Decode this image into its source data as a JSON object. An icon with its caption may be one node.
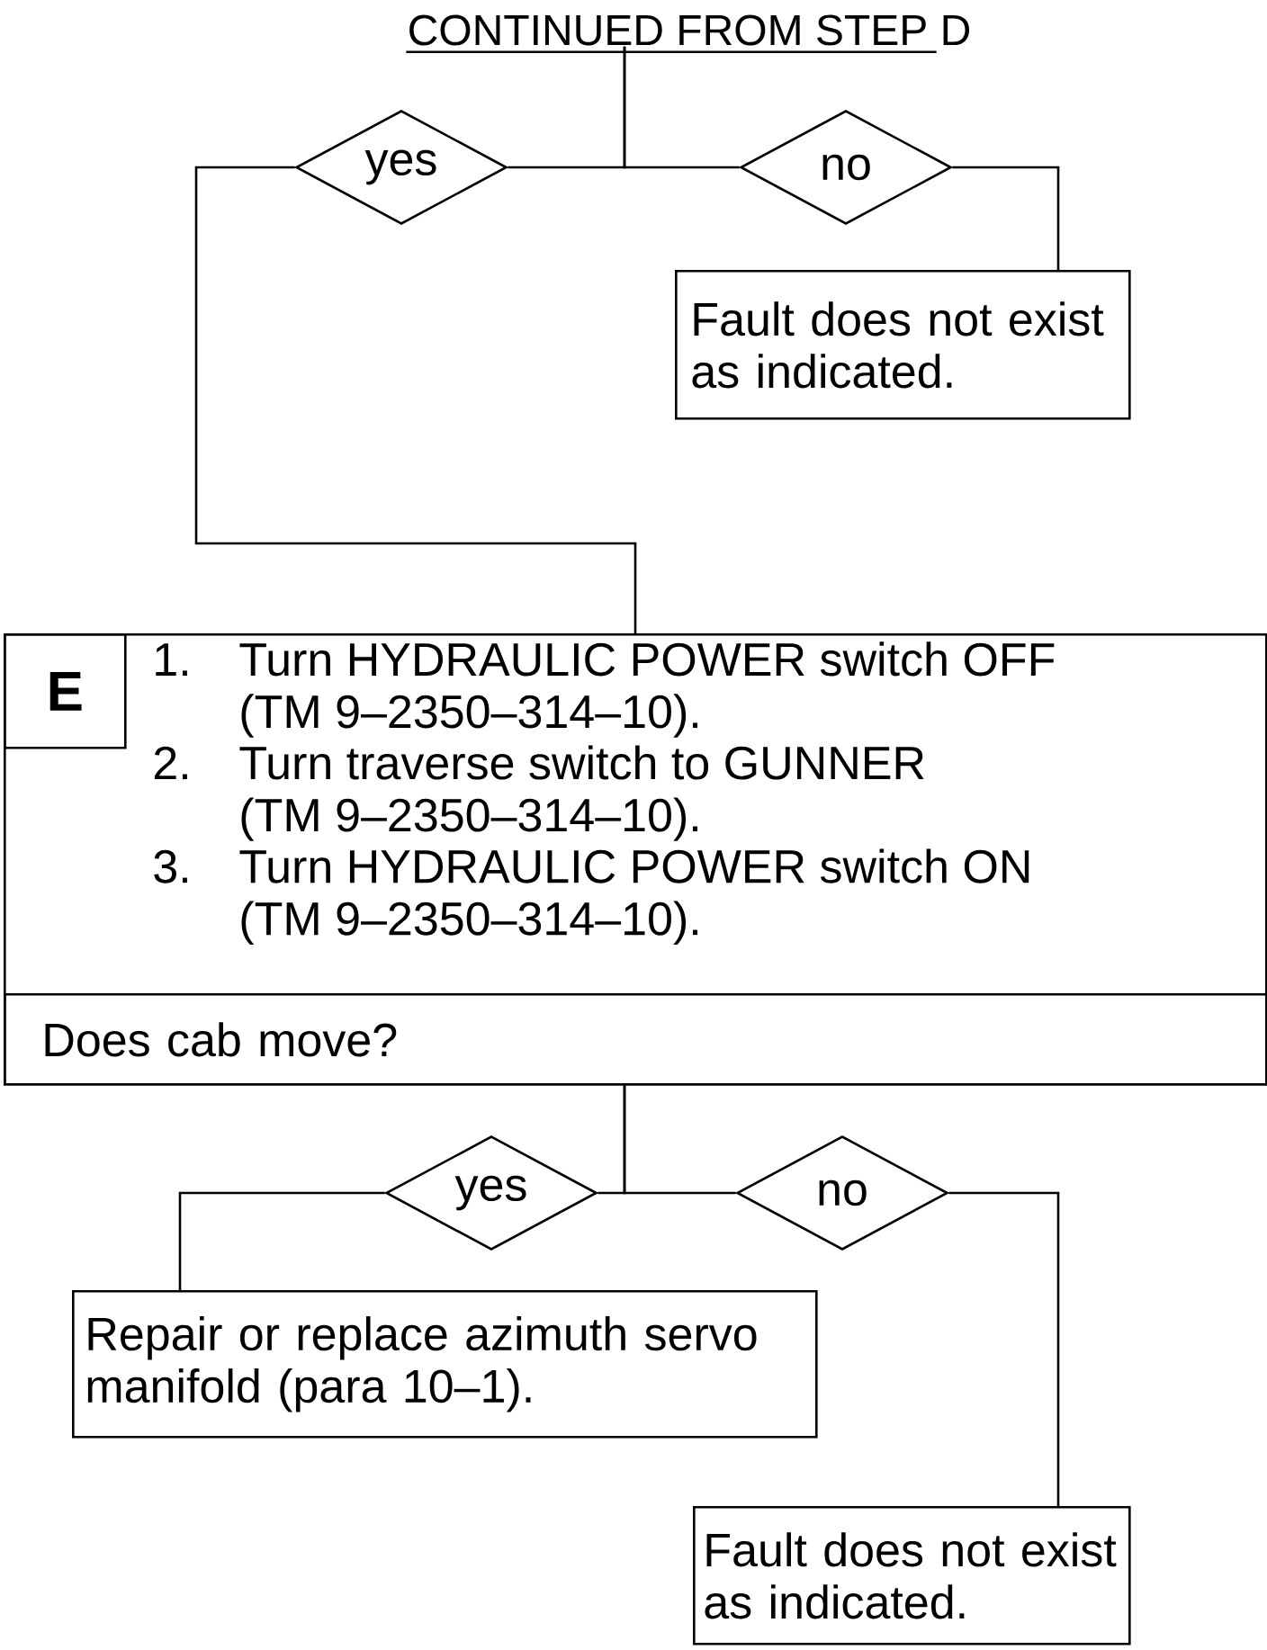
{
  "diagram": {
    "nodes": [
      {
        "text": [
          "CONTINUED FROM STEP D"
        ]
      },
      {
        "text": [
          "yes"
        ]
      },
      {
        "text": [
          "no"
        ]
      },
      {
        "text": [
          "Fault does not exist as indicated."
        ]
      },
      {
        "text": [
          "1.",
          "Turn HYDRAULIC POWER switch OFF (TM 9–2350–314–10).",
          "2.",
          "Turn traverse switch to GUNNER (TM 9–2350–314–10).",
          "3.",
          "Turn HYDRAULIC POWER switch ON (TM 9–2350–314–10)."
        ]
      },
      {
        "text": [
          "E"
        ],
        "in": 4
      },
      {
        "text": [
          "Does cab move?"
        ],
        "in": 4
      },
      {
        "text": [
          "yes"
        ]
      },
      {
        "text": [
          "no"
        ]
      },
      {
        "text": [
          "Repair or replace azimuth servo manifold (para 10–1)."
        ]
      },
      {
        "text": [
          "Fault does not exist as indicated."
        ]
      }
    ],
    "edges": [
      {
        "from": 0,
        "to": 1,
        "arrow": "none"
      },
      {
        "from": 0,
        "to": 2,
        "arrow": "none"
      },
      {
        "from": 1,
        "to": 4,
        "arrow": "none"
      },
      {
        "from": 2,
        "to": 3,
        "arrow": "none"
      },
      {
        "from": 4,
        "to": 7,
        "arrow": "none"
      },
      {
        "from": 4,
        "to": 8,
        "arrow": "none"
      },
      {
        "from": 7,
        "to": 9,
        "arrow": "none"
      },
      {
        "from": 8,
        "to": 10,
        "arrow": "none"
      }
    ]
  }
}
